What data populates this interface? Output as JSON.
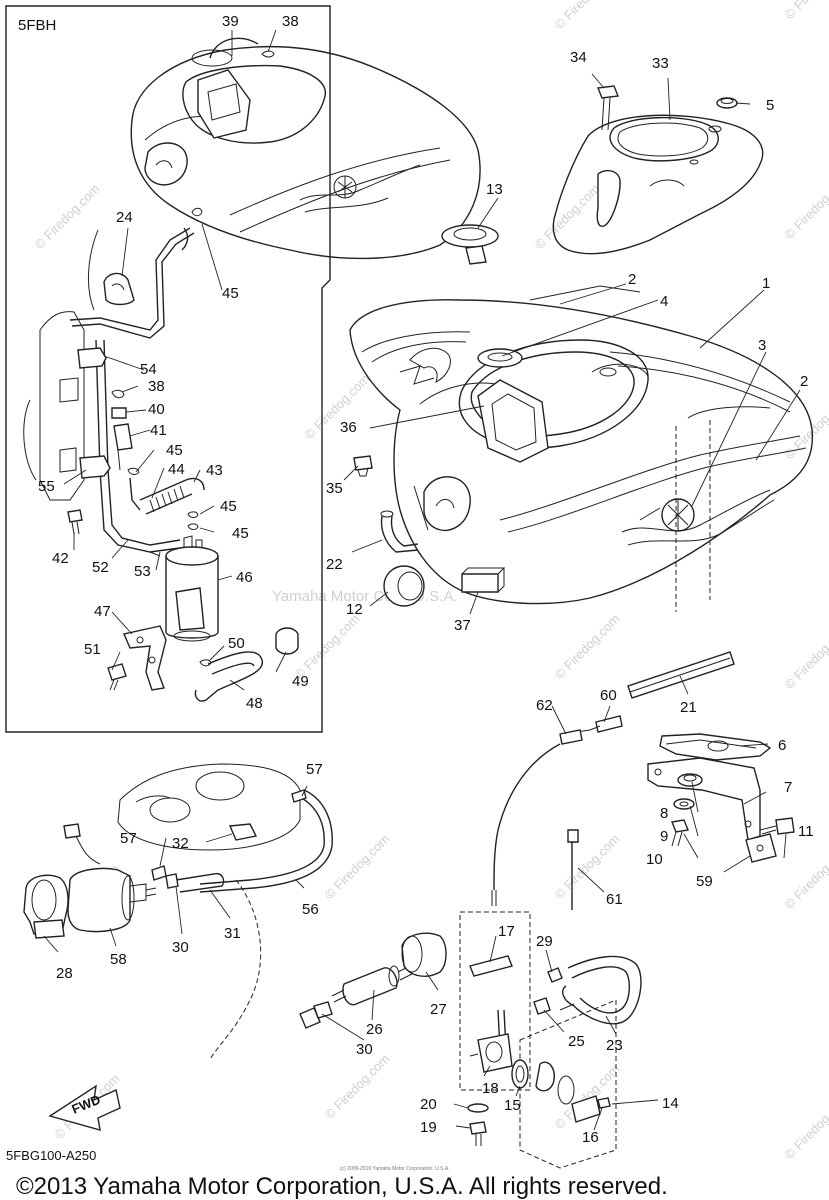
{
  "inset": {
    "title": "5FBH"
  },
  "diagram_code": "5FBG100-A250",
  "fwd_label": "FWD",
  "watermarks": {
    "firedog": "© Firedog.com",
    "firedog_plain": "© Firedog.com",
    "yamaha": "Yamaha Motor Corp, U.S.A."
  },
  "fine_print": "(c) 2009-2016 Yamaha Motor Corporation, U.S.A.",
  "footer": {
    "copyright": "©2013 Yamaha Motor Corporation, U.S.A. All rights reserved."
  },
  "callouts": {
    "c1": "1",
    "c2": "2",
    "c3": "3",
    "c4": "4",
    "c5": "5",
    "c6": "6",
    "c7": "7",
    "c8": "8",
    "c9": "9",
    "c10": "10",
    "c11": "11",
    "c12": "12",
    "c13": "13",
    "c14": "14",
    "c15": "15",
    "c16": "16",
    "c17": "17",
    "c18": "18",
    "c19": "19",
    "c20": "20",
    "c21": "21",
    "c22": "22",
    "c23": "23",
    "c24": "24",
    "c25": "25",
    "c26": "26",
    "c27": "27",
    "c28": "28",
    "c29": "29",
    "c30": "30",
    "c31": "31",
    "c32": "32",
    "c33": "33",
    "c34": "34",
    "c35": "35",
    "c36": "36",
    "c37": "37",
    "c38": "38",
    "c39": "39",
    "c40": "40",
    "c41": "41",
    "c42": "42",
    "c43": "43",
    "c44": "44",
    "c45": "45",
    "c46": "46",
    "c47": "47",
    "c48": "48",
    "c49": "49",
    "c50": "50",
    "c51": "51",
    "c52": "52",
    "c53": "53",
    "c54": "54",
    "c55": "55",
    "c56": "56",
    "c57": "57",
    "c58": "58",
    "c59": "59",
    "c60": "60",
    "c61": "61",
    "c62": "62"
  }
}
